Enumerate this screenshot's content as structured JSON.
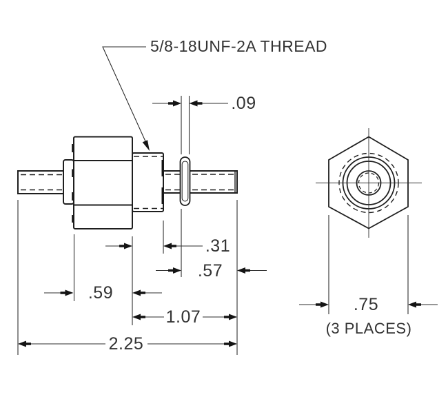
{
  "drawing": {
    "thread_note": "5/8-18UNF-2A THREAD",
    "dims": {
      "washer_thickness": ".09",
      "thread_boss_length": ".31",
      "washer_to_end": ".57",
      "hex_body_length": ".59",
      "hex_to_end": "1.07",
      "overall_length": "2.25",
      "hex_across_flats": ".75",
      "places_note": "(3 PLACES)"
    },
    "colors": {
      "line": "#1e1e1e",
      "dimension": "#2e2e2e",
      "background": "#ffffff"
    }
  }
}
